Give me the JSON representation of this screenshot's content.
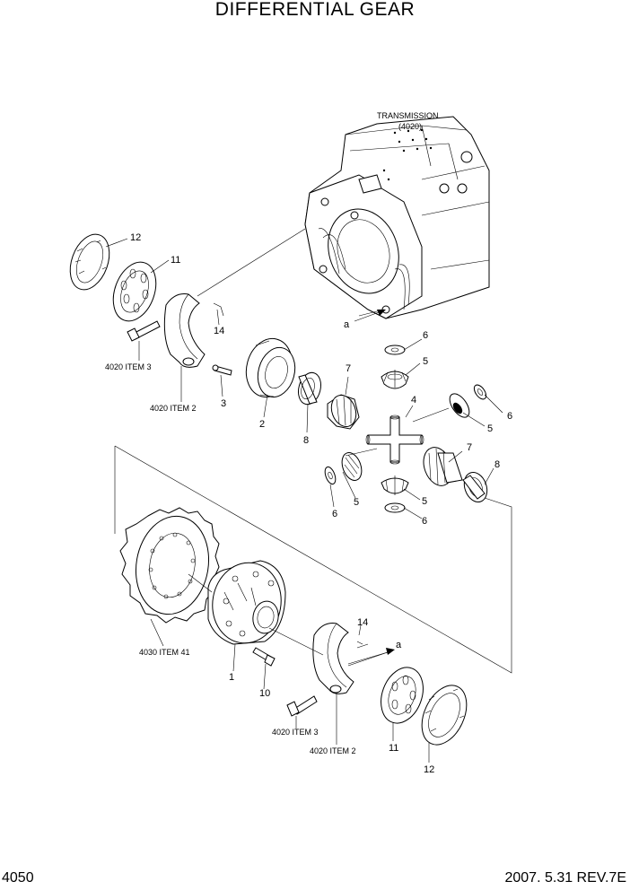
{
  "title": "DIFFERENTIAL GEAR",
  "page_number": "4050",
  "revision": "2007. 5.31  REV.7E",
  "callouts": {
    "transmission_line1": "TRANSMISSION",
    "transmission_line2": "(4020)",
    "a_top": "a",
    "a_bottom": "a",
    "n1": "1",
    "n2": "2",
    "n3": "3",
    "n4": "4",
    "n5a": "5",
    "n5b": "5",
    "n5c": "5",
    "n5d": "5",
    "n6a": "6",
    "n6b": "6",
    "n6c": "6",
    "n6d": "6",
    "n7a": "7",
    "n7b": "7",
    "n8a": "8",
    "n8b": "8",
    "n10": "10",
    "n11a": "11",
    "n11b": "11",
    "n12a": "12",
    "n12b": "12",
    "n14a": "14",
    "n14b": "14",
    "ref_4020_item3_top": "4020 ITEM 3",
    "ref_4020_item2_top": "4020 ITEM 2",
    "ref_4030_item41": "4030 ITEM 41",
    "ref_4020_item3_bottom": "4020 ITEM 3",
    "ref_4020_item2_bottom": "4020 ITEM 2"
  }
}
